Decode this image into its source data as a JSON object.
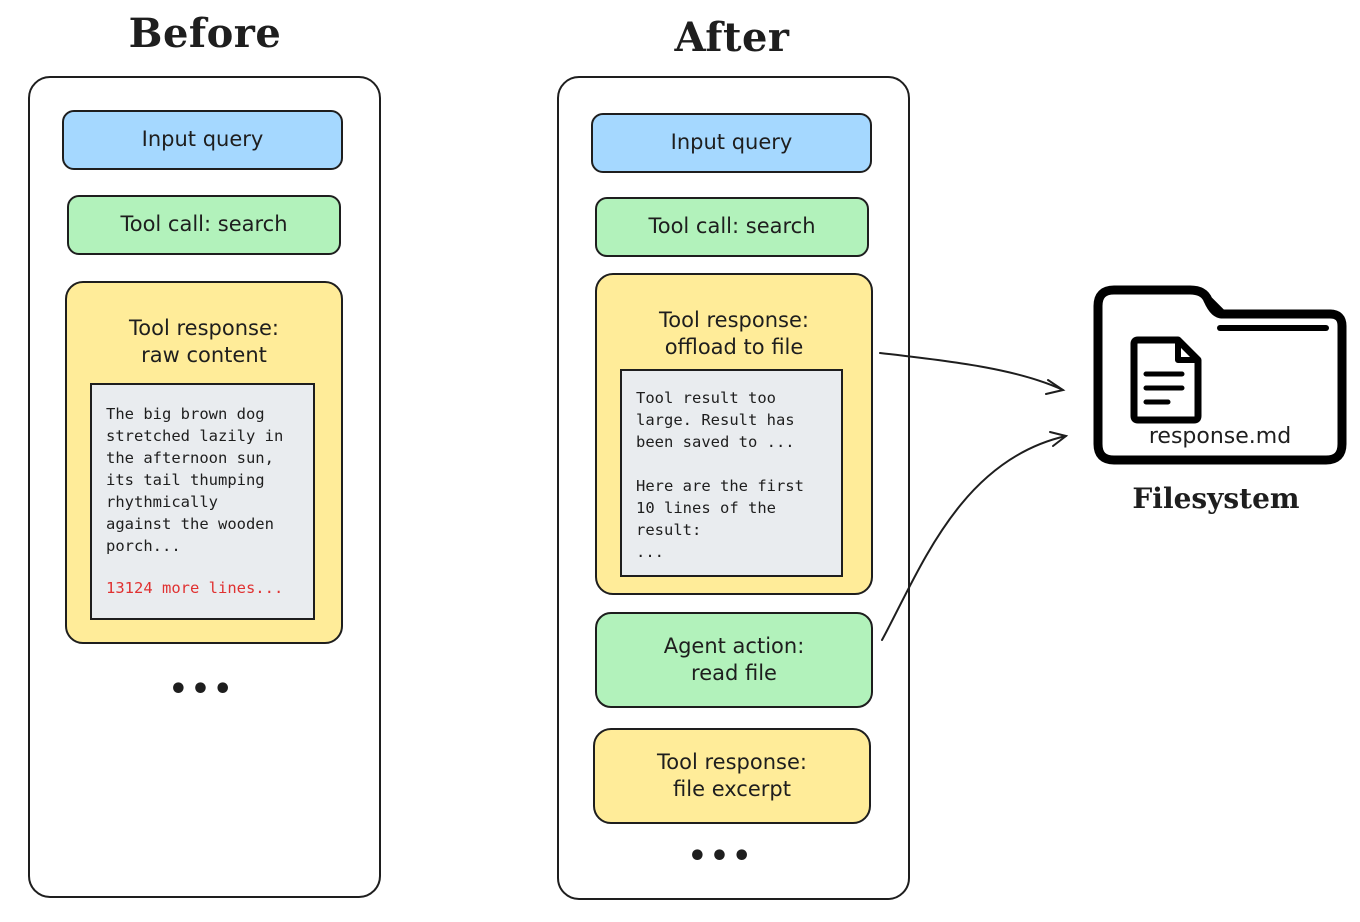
{
  "before": {
    "heading": "Before",
    "input_query": "Input query",
    "tool_call": "Tool call: search",
    "tool_response_title": [
      "Tool response:",
      "raw content"
    ],
    "content_lines": [
      "The big brown dog",
      "stretched lazily in",
      "the afternoon sun,",
      "its tail thumping",
      "rhythmically",
      "against the wooden",
      "porch..."
    ],
    "more_lines": "13124 more lines...",
    "ellipsis": "•••"
  },
  "after": {
    "heading": "After",
    "input_query": "Input query",
    "tool_call": "Tool call: search",
    "tool_response_title": [
      "Tool response:",
      "offload to file"
    ],
    "content_lines": [
      "Tool result too",
      "large. Result has",
      "been saved to ...",
      "",
      "Here are the first",
      "10 lines of the",
      "result:",
      "..."
    ],
    "agent_action": [
      "Agent action:",
      "read file"
    ],
    "excerpt": [
      "Tool response:",
      "file excerpt"
    ],
    "ellipsis": "•••"
  },
  "filesystem": {
    "file_name": "response.md",
    "label": "Filesystem",
    "icon": "folder-with-document-icon"
  },
  "colors": {
    "blue": "#a5d8ff",
    "green": "#b2f2bb",
    "yellow": "#ffec99",
    "panel": "#e9ecef",
    "red": "#e03131",
    "stroke": "#1e1e1e"
  }
}
